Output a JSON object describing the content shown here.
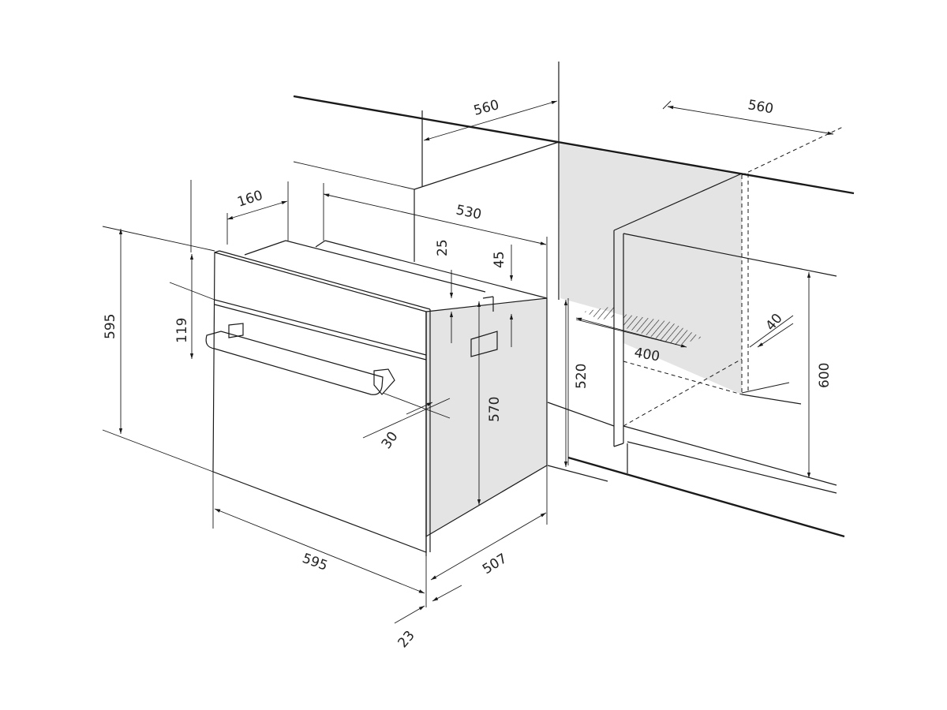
{
  "diagram": {
    "title": "Built-in oven installation dimensions",
    "dimensions": {
      "cabinet_width_top": "560",
      "cabinet_depth_top": "560",
      "control_panel_depth": "160",
      "oven_body_depth": "530",
      "top_clearance": "25",
      "vent_offset": "45",
      "oven_height": "595",
      "control_panel_height": "119",
      "handle_depth": "30",
      "body_height": "570",
      "cabinet_side_height": "520",
      "niche_height": "600",
      "vent_depth": "40",
      "vent_width": "400",
      "oven_width": "595",
      "body_depth": "507",
      "front_thickness": "23"
    },
    "colors": {
      "line": "#1a1a1a",
      "fill": "#e4e4e4"
    }
  }
}
